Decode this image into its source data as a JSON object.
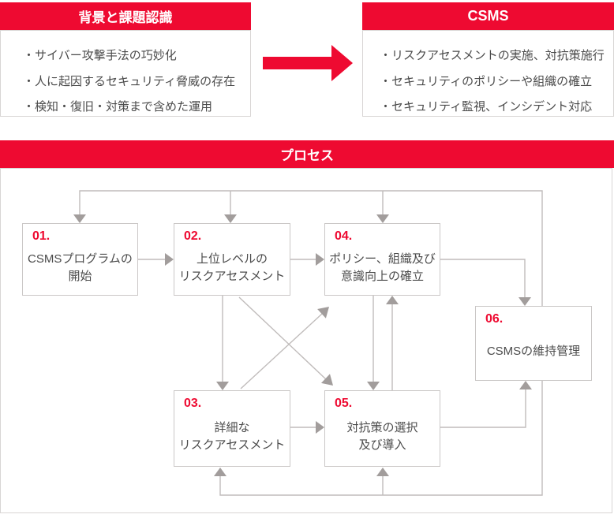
{
  "colors": {
    "red": "#ee0a31",
    "line": "#c0bcbb",
    "arrowhead": "#a29d9c",
    "boxborder": "#cac7c6",
    "cardborder": "#d8d5d4",
    "text": "#4b4b4b"
  },
  "background_card": {
    "title": "背景と課題認識",
    "items": [
      "・サイバー攻撃手法の巧妙化",
      "・人に起因するセキュリティ脅威の存在",
      "・検知・復旧・対策まで含めた運用"
    ]
  },
  "csms_card": {
    "title": "CSMS",
    "items": [
      "・リスクアセスメントの実施、対抗策施行",
      "・セキュリティのポリシーや組織の確立",
      "・セキュリティ監視、インシデント対応"
    ]
  },
  "process": {
    "title": "プロセス",
    "steps": [
      {
        "number": "01.",
        "label": "CSMSプログラムの\n開始"
      },
      {
        "number": "02.",
        "label": "上位レベルの\nリスクアセスメント"
      },
      {
        "number": "03.",
        "label": "詳細な\nリスクアセスメント"
      },
      {
        "number": "04.",
        "label": "ポリシー、組織及び\n意識向上の確立"
      },
      {
        "number": "05.",
        "label": "対抗策の選択\n及び導入"
      },
      {
        "number": "06.",
        "label": "CSMSの維持管理"
      }
    ]
  }
}
